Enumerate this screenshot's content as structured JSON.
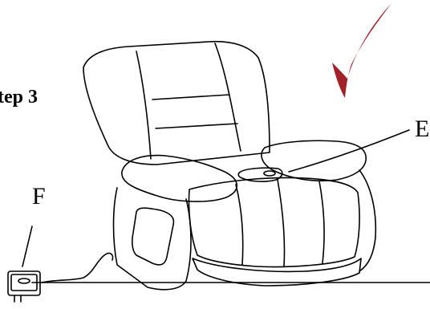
{
  "instruction": {
    "step_label": "tep 3"
  },
  "callouts": {
    "e_label": "E",
    "f_label": "F"
  },
  "colors": {
    "arrow": "#a0232b",
    "line": "#000000"
  },
  "icons": {
    "checkmark": "red-checkmark-arrow-icon"
  }
}
